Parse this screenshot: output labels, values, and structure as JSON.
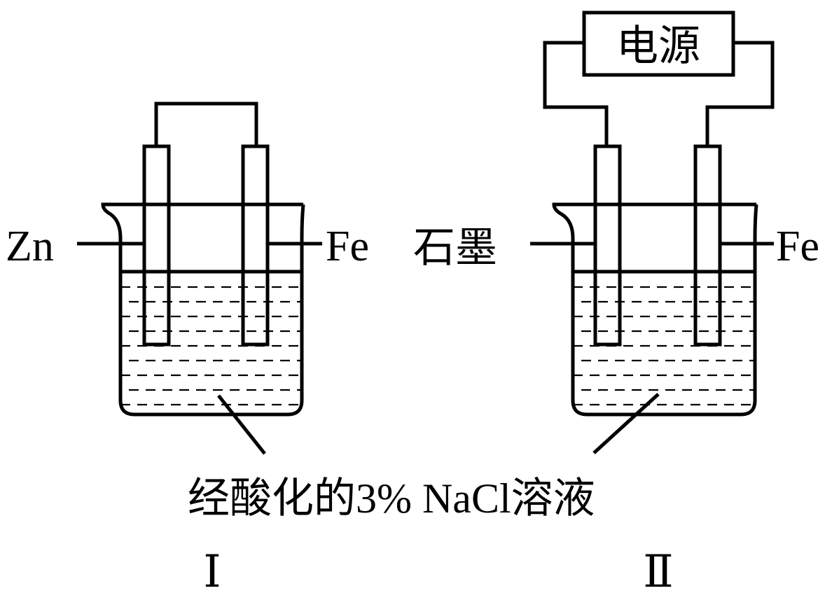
{
  "cell1": {
    "left_electrode": "Zn",
    "right_electrode": "Fe",
    "caption": "Ⅰ"
  },
  "cell2": {
    "power_source": "电源",
    "left_electrode": "石墨",
    "right_electrode": "Fe",
    "caption": "Ⅱ"
  },
  "solution_label": "经酸化的3% NaCl溶液"
}
